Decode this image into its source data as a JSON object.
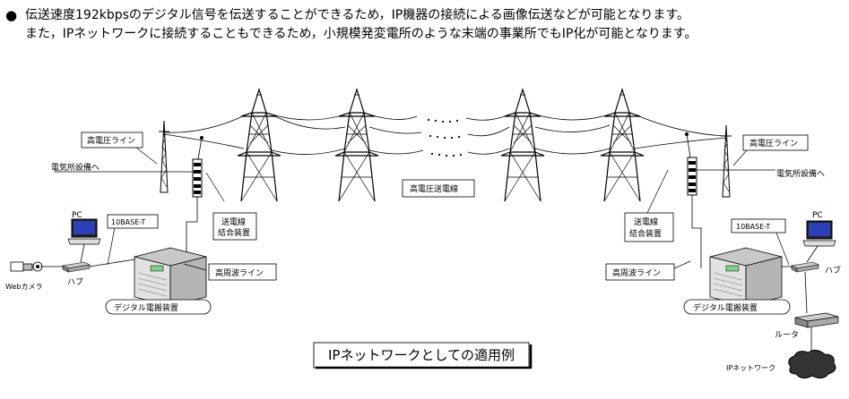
{
  "intro": {
    "bullet": "●",
    "line1": "伝送速度192kbpsのデジタル信号を伝送することができるため，IP機器の接続による画像伝送などが可能となります。",
    "line2": "また，IPネットワークに接続することもできるため，小規模発変電所のような末端の事業所でもIP化が可能となります。"
  },
  "left": {
    "high_voltage_line": "高電圧ライン",
    "to_substation": "電気所設備へ",
    "coupler_line1": "送電線",
    "coupler_line2": "結合装置",
    "hf_line": "高周波ライン",
    "pc": "PC",
    "base_t": "10BASE-T",
    "hub": "ハブ",
    "web_camera": "Webカメラ",
    "device": "デジタル電搬装置"
  },
  "right": {
    "high_voltage_line": "高電圧ライン",
    "to_substation": "電気所設備へ",
    "coupler_line1": "送電線",
    "coupler_line2": "結合装置",
    "hf_line": "高周波ライン",
    "pc": "PC",
    "base_t": "10BASE-T",
    "hub": "ハブ",
    "router": "ルータ",
    "ip_network": "IPネットワーク",
    "device": "デジタル電搬装置"
  },
  "center": {
    "transmission_line": "高電圧送電線"
  },
  "caption": "IPネットワークとしての適用例"
}
